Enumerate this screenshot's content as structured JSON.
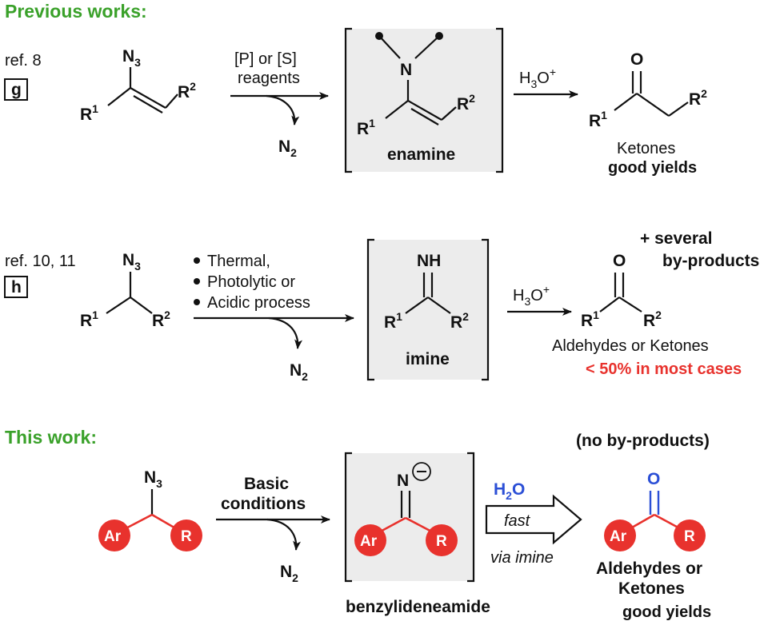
{
  "sections": {
    "previous_title": "Previous works:",
    "this_work_title": "This work:"
  },
  "row_g": {
    "ref": "ref. 8",
    "badge": "g",
    "reagent_line1": "[P] or [S]",
    "reagent_line2": "reagents",
    "byproduct": "N",
    "byproduct_sub": "2",
    "intermediate": "enamine",
    "acid": "H",
    "acid_sub": "3",
    "acid_rest": "O",
    "acid_sup": "+",
    "product": "Ketones",
    "yield": "good yields"
  },
  "row_h": {
    "ref": "ref. 10, 11",
    "badge": "h",
    "conditions": [
      "Thermal,",
      "Photolytic or",
      "Acidic process"
    ],
    "intermediate": "imine",
    "product": "Aldehydes or Ketones",
    "yield": "< 50% in most cases",
    "extra_line1": "+  several",
    "extra_line2": "by-products"
  },
  "row_this": {
    "conditions_line1": "Basic",
    "conditions_line2": "conditions",
    "intermediate": "benzylideneamide",
    "water": "H",
    "water_sub": "2",
    "water_rest": "O",
    "fast": "fast",
    "via": "via imine",
    "no_byproducts": "(no by-products)",
    "product_line1": "Aldehydes or",
    "product_line2": "Ketones",
    "yield": "good yields"
  },
  "atoms": {
    "N3": "N",
    "three": "3",
    "R1": "R",
    "one": "1",
    "R2": "R",
    "two": "2",
    "N": "N",
    "O": "O",
    "NH": "NH",
    "Ar": "Ar",
    "R": "R"
  },
  "colors": {
    "section_title": "#3aa12a",
    "highlight_red": "#e8322d",
    "water_blue": "#2b4fd6",
    "intermediate_box": "#ececec"
  }
}
